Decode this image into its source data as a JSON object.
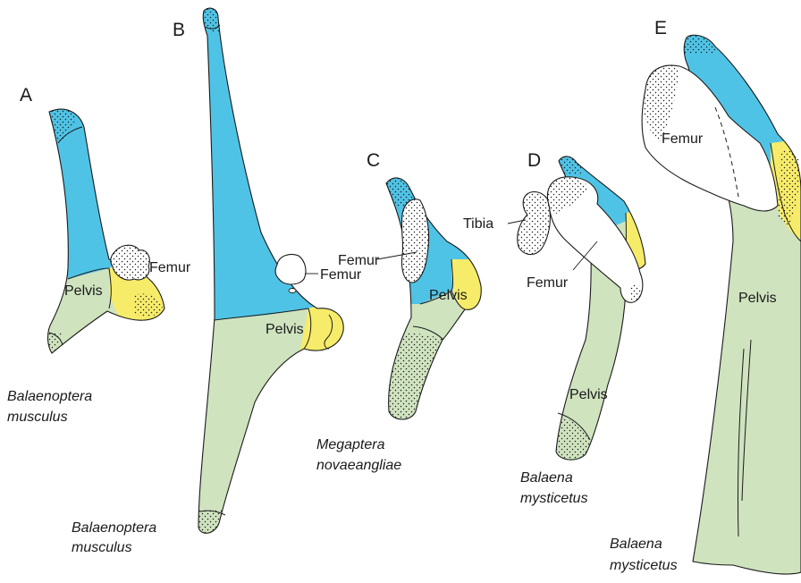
{
  "colors": {
    "pelvis_blue": "#4fc3e6",
    "pelvis_green": "#cfe3bf",
    "pelvis_yellow": "#f7ec6a",
    "femur_white": "#ffffff",
    "outline": "#1a1a1a"
  },
  "panels": [
    {
      "letter": "A",
      "species_line1": "Balaenoptera",
      "species_line2": "musculus",
      "labels": {
        "pelvis": "Pelvis",
        "femur": "Femur"
      }
    },
    {
      "letter": "B",
      "species_line1": "Balaenoptera",
      "species_line2": "musculus",
      "labels": {
        "pelvis": "Pelvis",
        "femur": "Femur"
      }
    },
    {
      "letter": "C",
      "species_line1": "Megaptera",
      "species_line2": "novaeangliae",
      "labels": {
        "pelvis": "Pelvis",
        "femur": "Femur"
      }
    },
    {
      "letter": "D",
      "species_line1": "Balaena",
      "species_line2": "mysticetus",
      "labels": {
        "pelvis": "Pelvis",
        "femur": "Femur",
        "tibia": "Tibia"
      }
    },
    {
      "letter": "E",
      "species_line1": "Balaena",
      "species_line2": "mysticetus",
      "labels": {
        "pelvis": "Pelvis",
        "femur": "Femur"
      }
    }
  ]
}
